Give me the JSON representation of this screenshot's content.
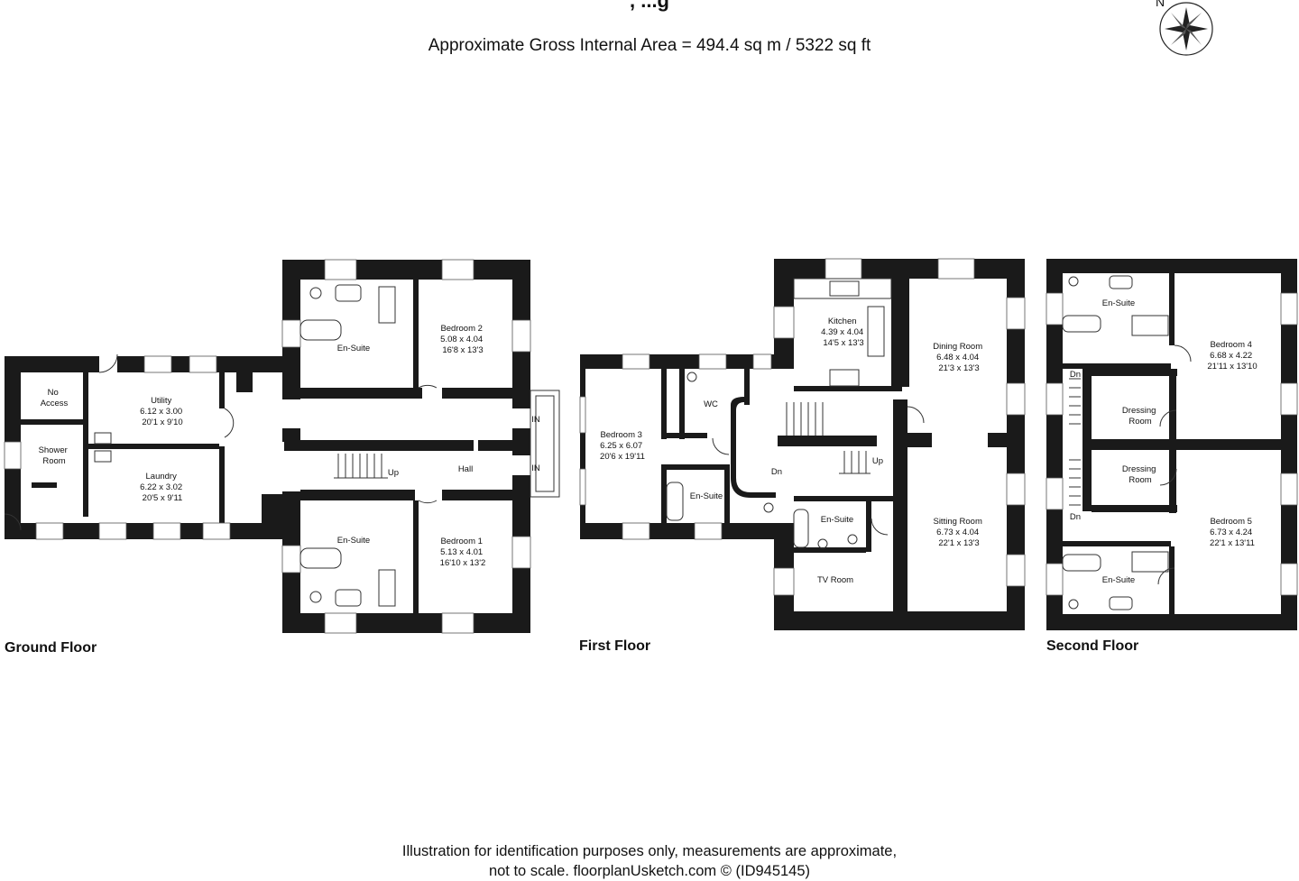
{
  "header": {
    "title_fragment": ", ...g",
    "area_text": "Approximate Gross Internal Area = 494.4 sq m / 5322 sq ft",
    "compass_label": "N"
  },
  "floors": {
    "ground": {
      "label": "Ground Floor",
      "rooms": {
        "no_access": [
          "No",
          "Access"
        ],
        "shower_room": [
          "Shower",
          "Room"
        ],
        "utility": [
          "Utility",
          "6.12 x 3.00",
          "20'1 x 9'10"
        ],
        "laundry": [
          "Laundry",
          "6.22 x 3.02",
          "20'5 x 9'11"
        ],
        "en_suite_top": [
          "En-Suite"
        ],
        "bedroom2": [
          "Bedroom 2",
          "5.08 x 4.04",
          "16'8 x 13'3"
        ],
        "hall": [
          "Hall"
        ],
        "en_suite_bottom": [
          "En-Suite"
        ],
        "bedroom1": [
          "Bedroom 1",
          "5.13 x 4.01",
          "16'10 x 13'2"
        ]
      },
      "marks": {
        "up": "Up",
        "in1": "IN",
        "in2": "IN"
      }
    },
    "first": {
      "label": "First Floor",
      "rooms": {
        "bedroom3": [
          "Bedroom 3",
          "6.25 x 6.07",
          "20'6 x 19'11"
        ],
        "wc": [
          "WC"
        ],
        "en_suite_a": [
          "En-Suite"
        ],
        "kitchen": [
          "Kitchen",
          "4.39 x 4.04",
          "14'5 x 13'3"
        ],
        "dining_room": [
          "Dining Room",
          "6.48 x 4.04",
          "21'3 x 13'3"
        ],
        "en_suite_b": [
          "En-Suite"
        ],
        "sitting_room": [
          "Sitting Room",
          "6.73 x 4.04",
          "22'1 x 13'3"
        ],
        "tv_room": [
          "TV Room"
        ]
      },
      "marks": {
        "dn": "Dn",
        "up": "Up"
      }
    },
    "second": {
      "label": "Second Floor",
      "rooms": {
        "en_suite_top": [
          "En-Suite"
        ],
        "bedroom4": [
          "Bedroom 4",
          "6.68 x 4.22",
          "21'11 x 13'10"
        ],
        "dressing_top": [
          "Dressing",
          "Room"
        ],
        "dressing_bottom": [
          "Dressing",
          "Room"
        ],
        "bedroom5": [
          "Bedroom 5",
          "6.73 x 4.24",
          "22'1 x 13'11"
        ],
        "en_suite_bottom": [
          "En-Suite"
        ]
      },
      "marks": {
        "dn1": "Dn",
        "dn2": "Dn"
      }
    }
  },
  "footer": {
    "line1": "Illustration for identification purposes only, measurements are approximate,",
    "line2": "not to scale. floorplanUsketch.com © (ID945145)"
  }
}
